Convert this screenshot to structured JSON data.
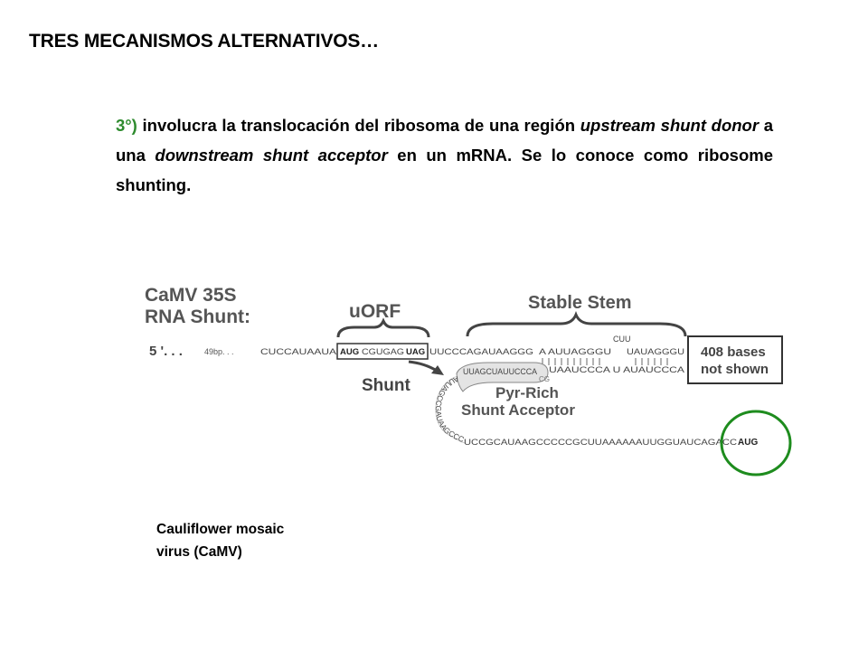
{
  "slide": {
    "title": "TRES MECANISMOS ALTERNATIVOS…",
    "paragraph": {
      "number": "3°)",
      "part1": " involucra la translocación del ribosoma de una región ",
      "italic1": "upstream shunt donor",
      "part2": " a una ",
      "italic2": "downstream shunt acceptor",
      "part3": " en un mRNA. Se lo conoce como ribosome shunting."
    },
    "caption_line1": "Cauliflower mosaic",
    "caption_line2": "virus (CaMV)"
  },
  "diagram": {
    "heading_line1": "CaMV 35S",
    "heading_line2": "RNA Shunt:",
    "uorf_label": "uORF",
    "stem_label": "Stable Stem",
    "shunt_label": "Shunt",
    "pyr_line1": "Pyr-Rich",
    "pyr_line2": "Shunt Acceptor",
    "box_line1": "408 bases",
    "box_line2": "not shown",
    "five_prime": "5 '. . .",
    "bp_text": "49bp. . .",
    "seq_lead": "CUCCAUAAUA",
    "seq_start_codon": "AUG",
    "seq_mid": "CGUGAG",
    "seq_stop_codon": "UAG",
    "seq_after": "UUCCCAGAUAAGGG",
    "seq_top_right1": "A AUUAGGGU",
    "seq_top_loop": "CUU",
    "seq_top_right2": "UAUAGGGU",
    "seq_bottom_right": "UAAUCCCA U AUAUCCCA",
    "seq_tube": "UUAGCUAUUCCCA",
    "seq_tube_end": "CG",
    "seq_arc": "AUUAGCCGAUAAGCCC",
    "seq_bottom": "UCCGCAUAAGCCCCCGCUUAAAAAAUUGGUAUCAGACC",
    "seq_final_codon": "AUG",
    "accent_green": "#2e8b2e",
    "circle_green": "#1e8c1e",
    "gray": "#555555"
  }
}
